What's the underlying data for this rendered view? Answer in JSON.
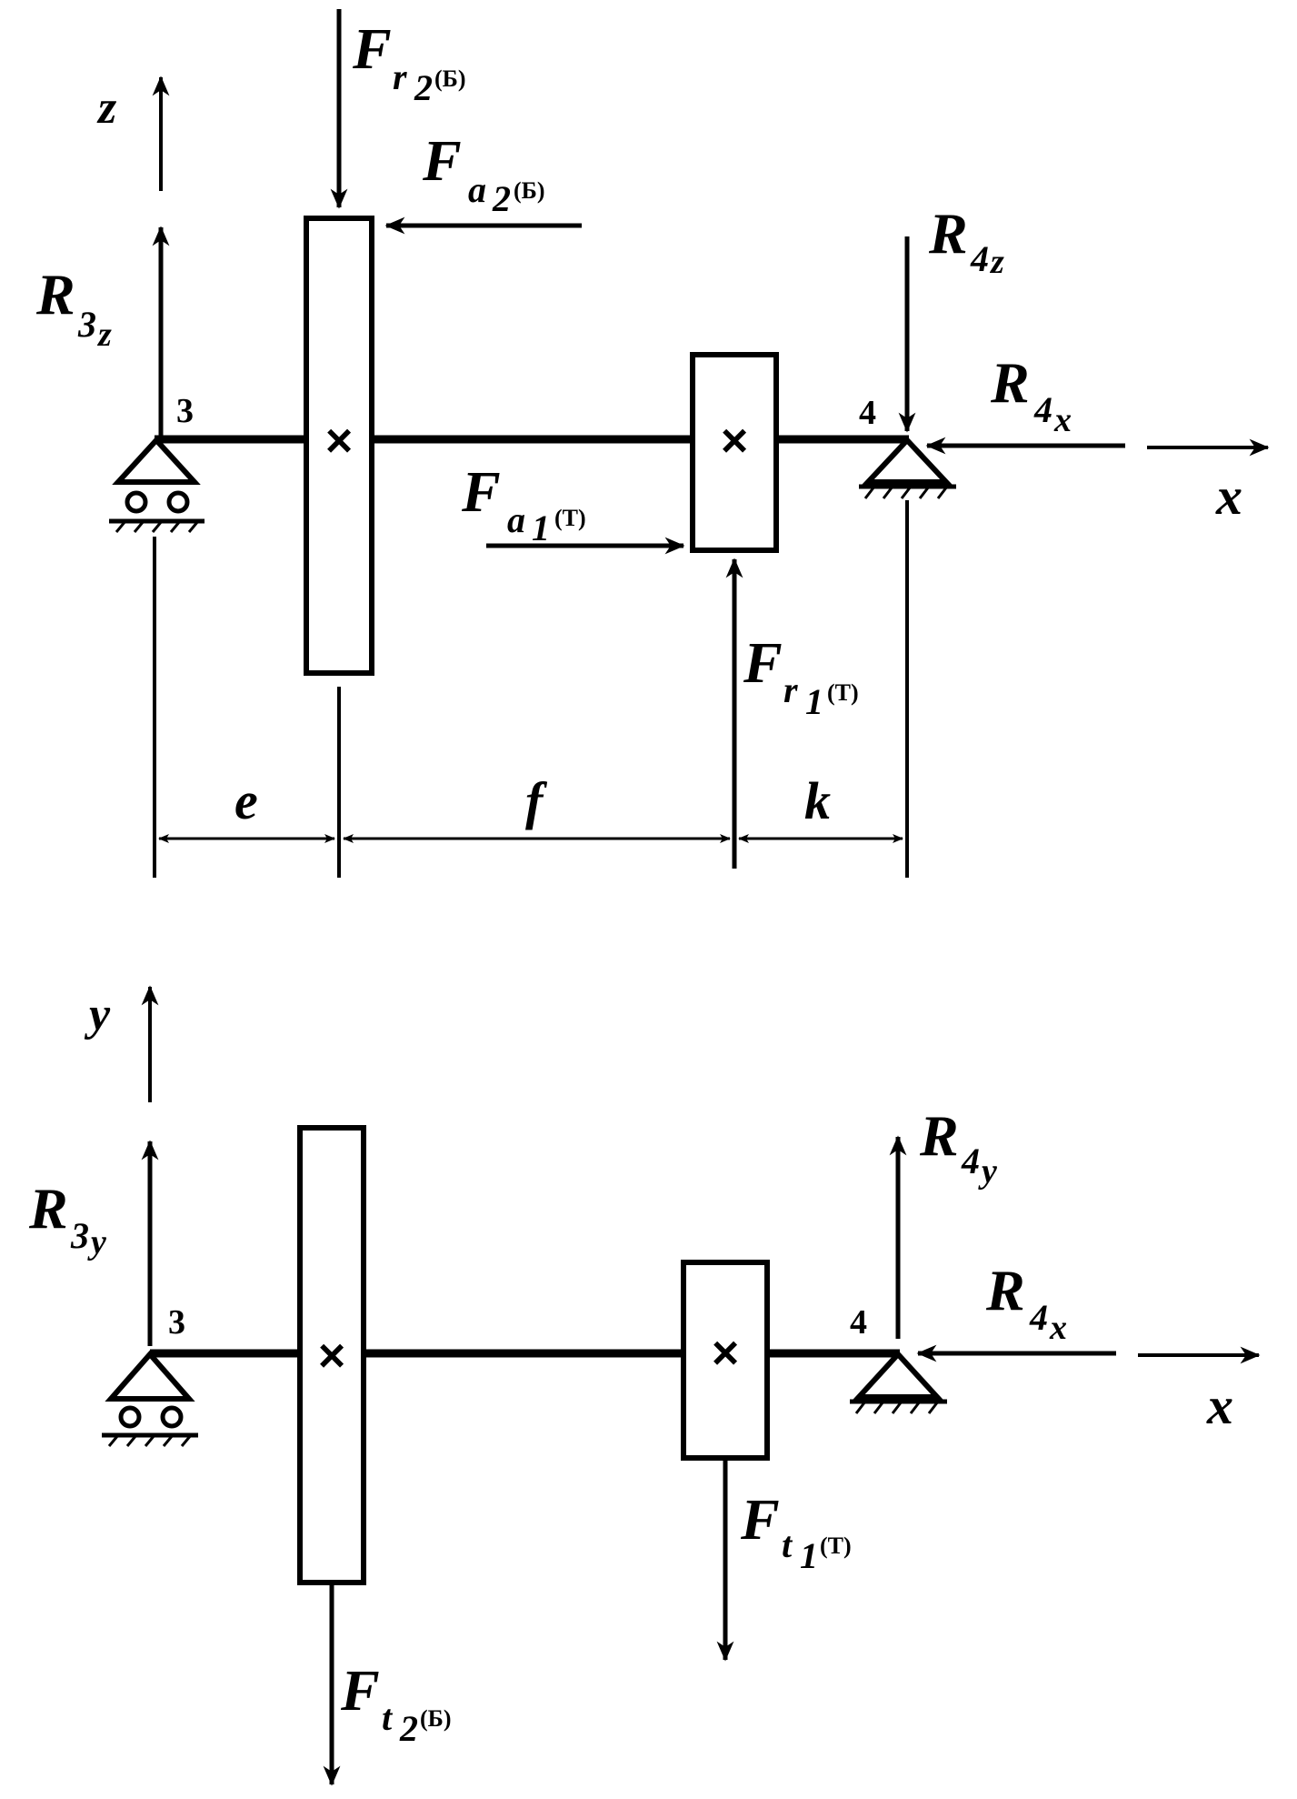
{
  "diagram_xz": {
    "axis_z": "z",
    "axis_x": "x",
    "support_left": "3",
    "support_right": "4",
    "r3z": {
      "main": "R",
      "sub": "3",
      "sub2": "z"
    },
    "r4z": {
      "main": "R",
      "sub": "4",
      "sub2": "z"
    },
    "r4x": {
      "main": "R",
      "sub": "4",
      "sub2": "x"
    },
    "fr2": {
      "main": "F",
      "sub": "r",
      "sub2": "2",
      "tag": "(Б)"
    },
    "fa2": {
      "main": "F",
      "sub": "a",
      "sub2": "2",
      "tag": "(Б)"
    },
    "fa1": {
      "main": "F",
      "sub": "a",
      "sub2": "1",
      "tag": "(Т)"
    },
    "fr1": {
      "main": "F",
      "sub": "r",
      "sub2": "1",
      "tag": "(Т)"
    },
    "dim_e": "e",
    "dim_f": "f",
    "dim_k": "k",
    "gear_mark_1": "×",
    "gear_mark_2": "×"
  },
  "diagram_xy": {
    "axis_y": "y",
    "axis_x": "x",
    "support_left": "3",
    "support_right": "4",
    "r3y": {
      "main": "R",
      "sub": "3",
      "sub2": "y"
    },
    "r4y": {
      "main": "R",
      "sub": "4",
      "sub2": "y"
    },
    "r4x": {
      "main": "R",
      "sub": "4",
      "sub2": "x"
    },
    "ft1": {
      "main": "F",
      "sub": "t",
      "sub2": "1",
      "tag": "(Т)"
    },
    "ft2": {
      "main": "F",
      "sub": "t",
      "sub2": "2",
      "tag": "(Б)"
    },
    "gear_mark_1": "×",
    "gear_mark_2": "×"
  }
}
